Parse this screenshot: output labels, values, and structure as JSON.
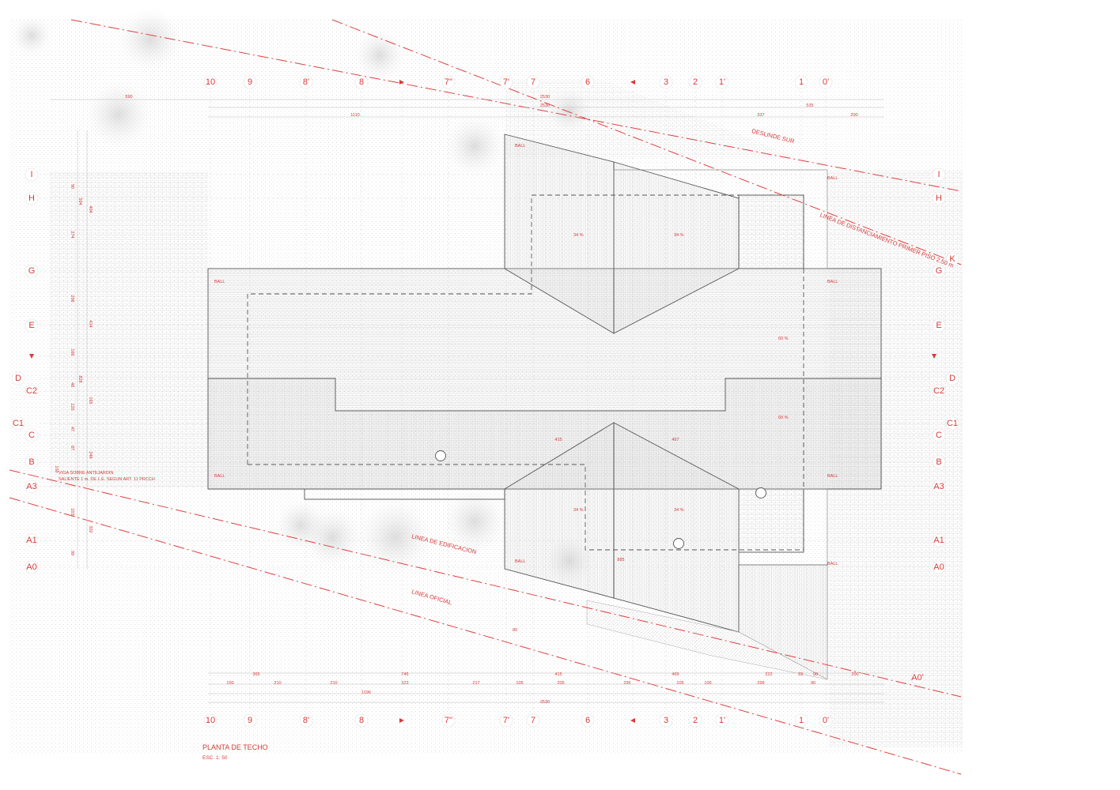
{
  "drawing": {
    "title": "PLANTA DE TECHO",
    "scale": "ESC. 1: 50"
  },
  "grid": {
    "columns": [
      "10",
      "9",
      "8'",
      "8",
      "7''",
      "7'",
      "7",
      "6",
      "3",
      "2",
      "1'",
      "1",
      "0'"
    ],
    "rows_left": [
      "I",
      "H",
      "G",
      "E",
      "D",
      "C2",
      "C1",
      "C",
      "B",
      "A3",
      "A1",
      "A0"
    ],
    "rows_right": [
      "I",
      "H",
      "K",
      "G",
      "E",
      "D",
      "C2",
      "C1",
      "C",
      "B",
      "A3",
      "A1",
      "A0",
      "A0'"
    ]
  },
  "annotations": {
    "deslinde": "DESLINDE SUR",
    "distanciamiento": "LINEA DE DISTANCIAMIENTO PRIMER PISO 2.50 m",
    "edificacion": "LINEA DE EDIFICACION",
    "oficial": "LINEA OFICIAL",
    "viga_1": "VIGA SOBRE ANTEJARDIN",
    "viga_2": "SALIENTE 1 m. DE L.E. SEGUN ART. 11 PRCCH"
  },
  "roof": {
    "slope_34": "34 %",
    "slope_60": "60 %",
    "ball": "BALL"
  },
  "dimensions": {
    "top_590": "590",
    "top_2530a": "2530",
    "top_2530b": "2530",
    "top_535": "535",
    "top_1110": "1110",
    "top_337": "337",
    "top_200": "200",
    "mid_415": "415",
    "mid_467": "467",
    "mid_885": "885",
    "mid_80": "80",
    "b_365": "365",
    "b_745": "745",
    "b_415": "415",
    "b_469": "469",
    "b_222": "222",
    "b_23": "23",
    "b_90": "90",
    "b_200": "200",
    "b_150": "150",
    "b_210a": "210",
    "b_210b": "210",
    "b_323": "323",
    "b_217": "217",
    "b_105a": "105",
    "b_205": "205",
    "b_295": "295",
    "b_105b": "105",
    "b_100": "100",
    "b_299": "299",
    "b_90b": "90",
    "b_1196": "1196",
    "b_2530": "2530",
    "l_90": "90",
    "l_504": "504",
    "l_404": "404",
    "l_274": "274",
    "l_206": "206",
    "l_414": "414",
    "l_166": "166",
    "l_828": "828",
    "l_48": "48",
    "l_120": "120",
    "l_165": "165",
    "l_47": "47",
    "l_87": "87",
    "l_246": "246",
    "l_203": "203",
    "l_302": "302",
    "l_99": "99",
    "l_100": "100"
  }
}
